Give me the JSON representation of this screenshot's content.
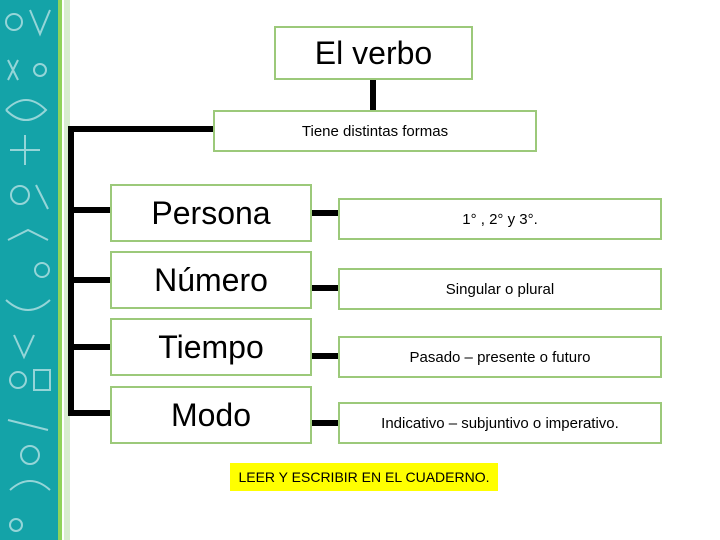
{
  "diagram": {
    "title": "El verbo",
    "subtitle": "Tiene distintas formas",
    "categories": [
      {
        "label": "Persona",
        "value": "1° , 2° y 3°."
      },
      {
        "label": "Número",
        "value": "Singular o plural"
      },
      {
        "label": "Tiempo",
        "value": "Pasado – presente o futuro"
      },
      {
        "label": "Modo",
        "value": "Indicativo – subjuntivo o imperativo."
      }
    ],
    "note": "LEER Y ESCRIBIR EN EL CUADERNO."
  },
  "colors": {
    "box_border": "#9cc97a",
    "strip": "#14a3a8",
    "highlight": "#ffff00"
  }
}
